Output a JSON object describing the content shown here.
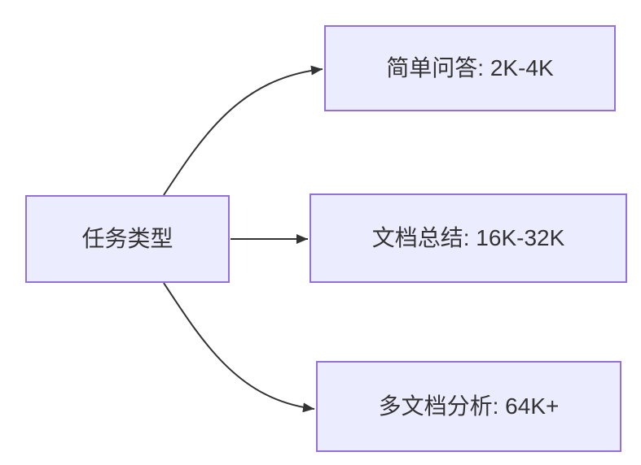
{
  "diagram": {
    "type": "flowchart",
    "root": {
      "label": "任务类型"
    },
    "branches": [
      {
        "label": "简单问答: 2K-4K"
      },
      {
        "label": "文档总结: 16K-32K"
      },
      {
        "label": "多文档分析: 64K+"
      }
    ],
    "colors": {
      "background": "#FFFFFF",
      "node_fill": "#ECECFF",
      "node_border": "#9370DB",
      "edge_color": "#333333",
      "text_color": "#333333"
    }
  }
}
